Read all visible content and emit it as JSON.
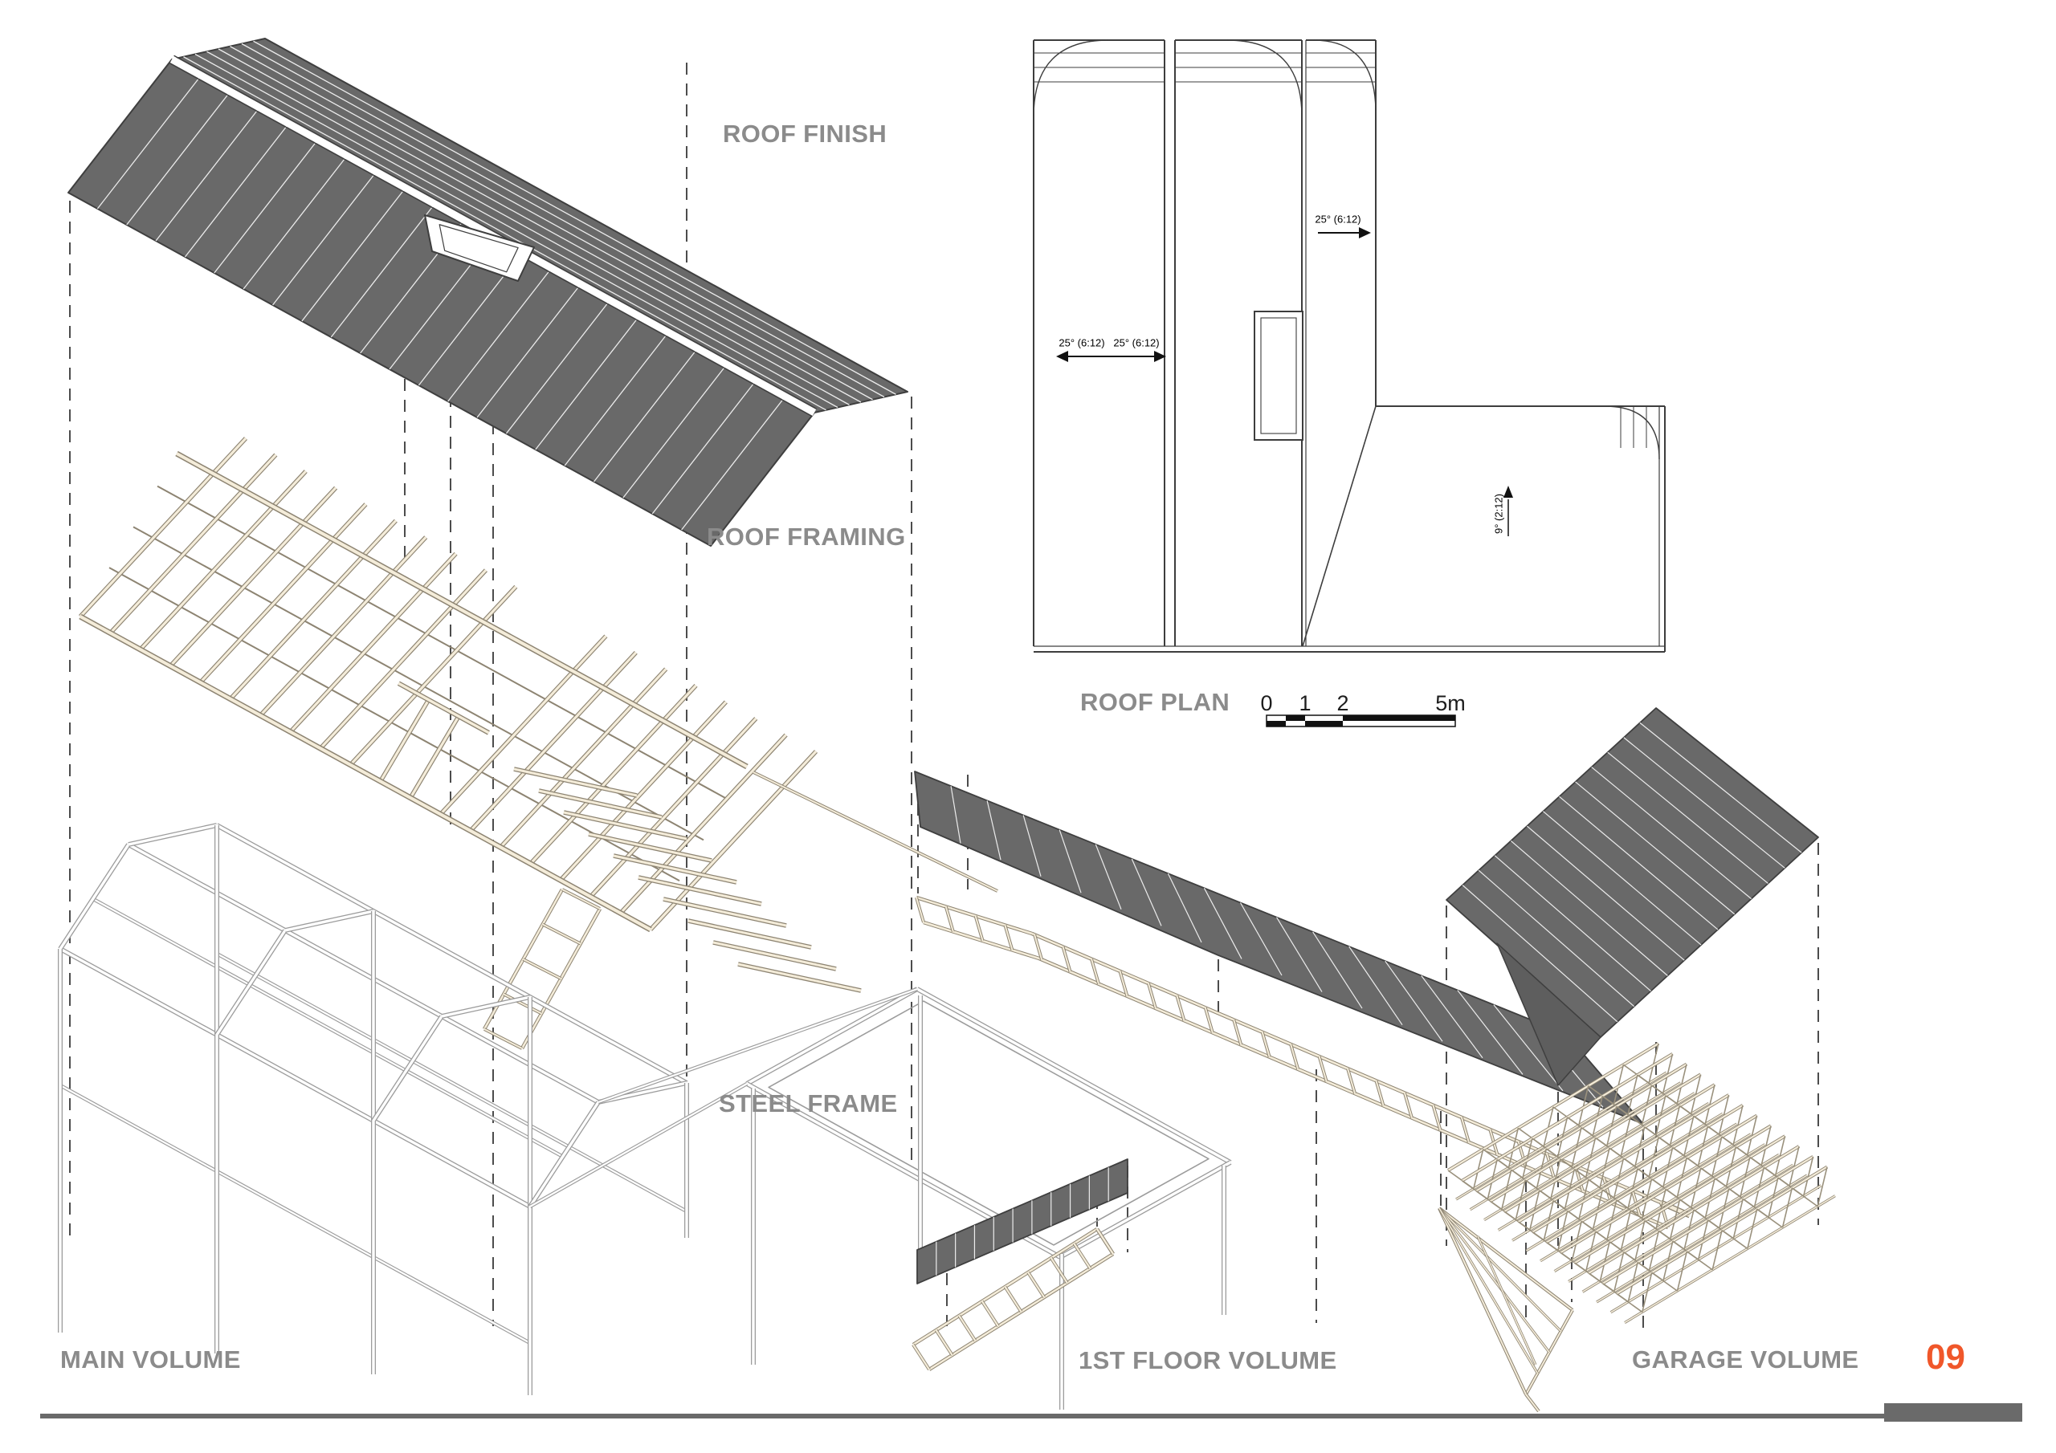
{
  "sheet": {
    "page_number": "09"
  },
  "labels": {
    "roof_finish": "ROOF FINISH",
    "roof_framing": "ROOF FRAMING",
    "steel_frame": "STEEL FRAME",
    "main_volume": "MAIN VOLUME",
    "roof_plan": "ROOF PLAN",
    "first_floor_volume": "1ST FLOOR VOLUME",
    "garage_volume": "GARAGE VOLUME"
  },
  "roof_plan": {
    "slope_labels": {
      "main_left": "25° (6:12)",
      "main_right": "25° (6:12)",
      "upper": "25° (6:12)",
      "garage": "9° (2:12)"
    },
    "scale_bar": {
      "ticks": [
        "0",
        "1",
        "2",
        "5m"
      ]
    }
  },
  "colors": {
    "roof_dark": "#696969",
    "roof_dark_shadow": "#5e5e5e",
    "plank": "#ececec",
    "wood_fill": "#f4ecd9",
    "wood_edge": "#8d8472",
    "steel_edge": "#9c9c9c",
    "plan_line": "#3d3d3d",
    "dash": "#4c4c4c",
    "label": "#8b8b8b",
    "accent": "#f0572a",
    "footer": "#6a6a6a",
    "annotation": "#000000"
  }
}
